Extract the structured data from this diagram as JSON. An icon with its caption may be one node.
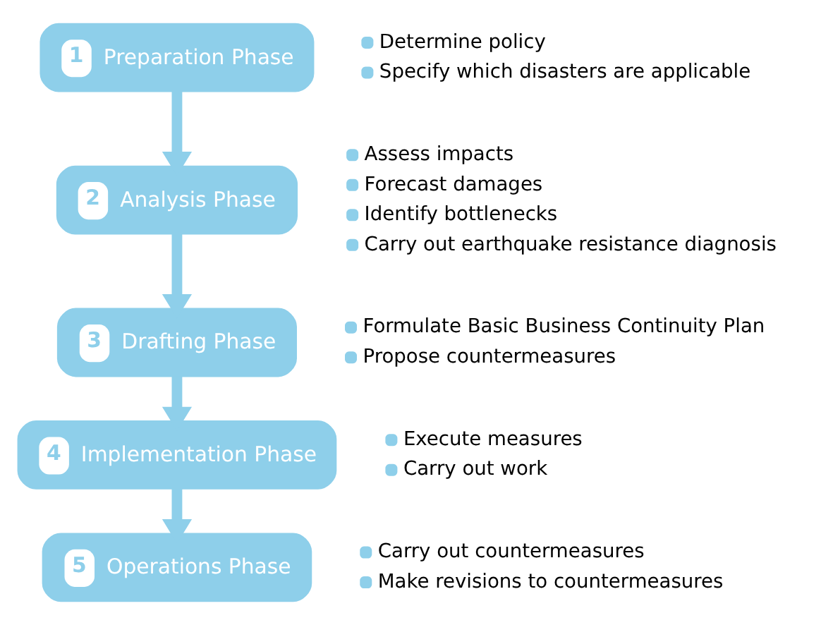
{
  "diagram": {
    "nodes": [
      {
        "text": [
          "1",
          "Preparation Phase"
        ],
        "beside": [
          "Determine policy",
          "Specify which disasters are applicable"
        ]
      },
      {
        "text": [
          "2",
          "Analysis Phase"
        ],
        "beside": [
          "Assess impacts",
          "Forecast damages",
          "Identify bottlenecks",
          "Carry out earthquake resistance diagnosis"
        ]
      },
      {
        "text": [
          "3",
          "Drafting Phase"
        ],
        "beside": [
          "Formulate Basic Business Continuity Plan",
          "Propose countermeasures"
        ]
      },
      {
        "text": [
          "4",
          "Implementation Phase"
        ],
        "beside": [
          "Execute measures",
          "Carry out work"
        ]
      },
      {
        "text": [
          "5",
          "Operations Phase"
        ],
        "beside": [
          "Carry out countermeasures",
          "Make revisions to countermeasures"
        ]
      }
    ],
    "edges": [
      {
        "from": 0,
        "to": 1,
        "arrow": "to"
      },
      {
        "from": 1,
        "to": 2,
        "arrow": "to"
      },
      {
        "from": 2,
        "to": 3,
        "arrow": "to"
      },
      {
        "from": 3,
        "to": 4,
        "arrow": "to"
      }
    ]
  }
}
